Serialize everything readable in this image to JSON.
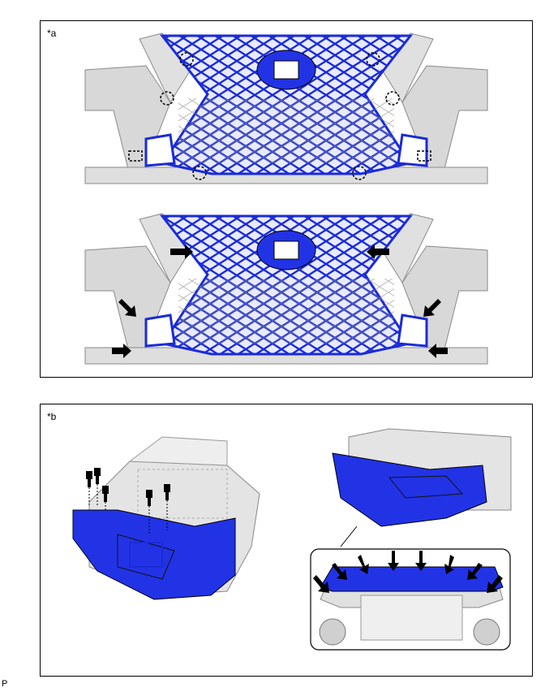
{
  "panel_a": {
    "label": "*a"
  },
  "panel_b": {
    "label": "*b"
  },
  "footer": {
    "code": "P"
  },
  "colors": {
    "part_blue": "#2233e6",
    "part_blue_light": "#4a5cf0",
    "body_grey": "#d6d6d6",
    "body_grey_dark": "#9a9a9a",
    "outline": "#000000"
  },
  "icons": [
    "clip-circle-marker",
    "claw-marker",
    "direction-arrow",
    "bolt-icon"
  ]
}
